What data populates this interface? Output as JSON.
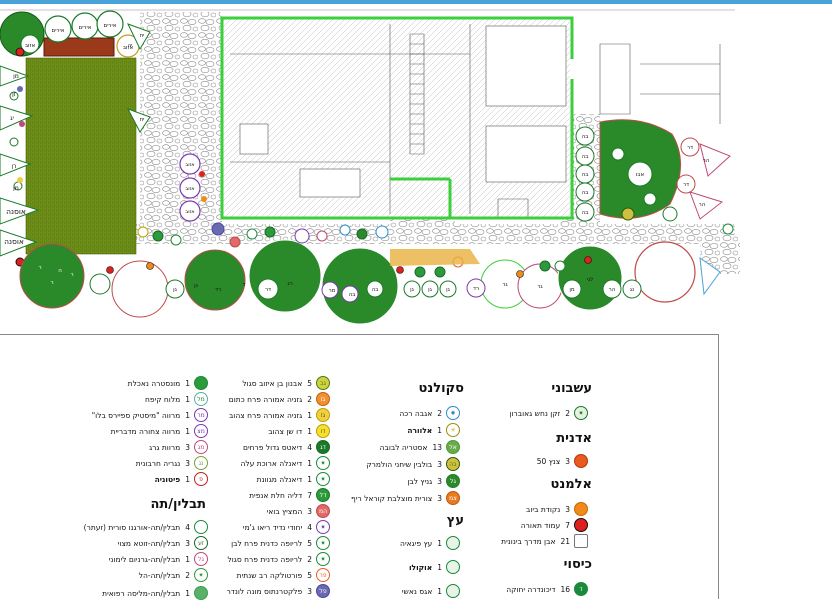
{
  "plan": {
    "tree_labels_top": [
      "אזוב",
      "אירים",
      "אירים",
      "אירים",
      "אזוב"
    ],
    "tree_labels_mid": [
      "יח",
      "יה",
      "יח"
    ],
    "labels_left": [
      "מן",
      "זן",
      "יג",
      "רן",
      "מן"
    ],
    "labels_left_big": [
      "אוסנה",
      "אוסנה"
    ],
    "labels_purple": [
      "אזוב",
      "אזוב",
      "אזוב"
    ],
    "labels_right_cluster": [
      "אבו",
      "בה",
      "בה",
      "בה",
      "בה",
      "בה",
      "דר",
      "הר",
      "הר",
      "דר"
    ],
    "labels_bottom": [
      "גן",
      "גן",
      "רד",
      "ד",
      "דר",
      "רג",
      "מר",
      "בה",
      "בה",
      "גן",
      "גן",
      "גן",
      "רד",
      "גר",
      "לגי",
      "גר",
      "מן",
      "הר",
      "נג"
    ],
    "labels_left_circle": [
      "ר",
      "ה",
      "ר",
      "ר"
    ]
  },
  "legend": {
    "sections": {
      "shvuvi": "עשבוני",
      "adnit": "אדנית",
      "almanat": "אלמנט",
      "kisui": "כיסוי",
      "sukulent": "סקולנט",
      "etz": "עץ",
      "tavlin": "תבלין/תה"
    },
    "shvuvi": [
      {
        "count": "2",
        "name": "זקן נחש גאוברון",
        "sym": "✷",
        "color": "#1a7a2a",
        "border": "#1a7a2a",
        "bg": "#e6f2e0"
      }
    ],
    "adnit": [
      {
        "count": "3",
        "name": "צנץ 50",
        "sym": "",
        "color": "#e85a1f",
        "border": "#b8340a",
        "bg": "#e85a1f"
      }
    ],
    "almanat": [
      {
        "count": "3",
        "name": "נקודת ביוב",
        "sym": "",
        "color": "#f08a18",
        "border": "#c56a00",
        "bg": "#f08a18"
      },
      {
        "count": "7",
        "name": "עמוד תאורה",
        "sym": "",
        "color": "#e02020",
        "border": "#111111",
        "bg": "#e02020"
      },
      {
        "count": "21",
        "name": "אבן מדרך בינונית",
        "sym": "",
        "color": "#ffffff",
        "border": "#777777",
        "bg": "#ffffff"
      }
    ],
    "kisui": [
      {
        "count": "16",
        "name": "דיכונדרה יחוקה",
        "sym": "ד",
        "color": "#ffffff",
        "border": "#1a8a3a",
        "bg": "#1a8a3a"
      }
    ],
    "sukulent": [
      {
        "count": "2",
        "name": "אגבה רכה",
        "sym": "✹",
        "color": "#2a8fc8",
        "border": "#2a8fc8",
        "bg": "#ffffff"
      },
      {
        "count": "1",
        "name": "אלוורה",
        "sym": "✳",
        "color": "#d4b020",
        "border": "#a08a10",
        "bg": "#ffffff",
        "bold": true
      },
      {
        "count": "13",
        "name": "אסטריה לבובה",
        "sym": "אל",
        "color": "#ffffff",
        "border": "#4a9a3a",
        "bg": "#6aaa4a"
      },
      {
        "count": "3",
        "name": "בולבין שיחני הולמרק",
        "sym": "בה",
        "color": "#4a7a1a",
        "border": "#2a5a0a",
        "bg": "#d0c040"
      },
      {
        "count": "3",
        "name": "גניץ לבן",
        "sym": "גל",
        "color": "#ffffff",
        "border": "#2a7a2a",
        "bg": "#2a8a2a"
      },
      {
        "count": "3",
        "name": "צורית מוצלבת קוראל ריף",
        "sym": "צמ",
        "color": "#ffffff",
        "border": "#c05a10",
        "bg": "#e87a20"
      }
    ],
    "etz": [
      {
        "count": "1",
        "name": "עץ פיגאיה",
        "sym": "",
        "color": "#1a8a3a",
        "border": "#1a8a3a",
        "bg": "#e8f4e8"
      },
      {
        "count": "1",
        "name": "אוקולו",
        "sym": "",
        "color": "#1a8a3a",
        "border": "#1a8a3a",
        "bg": "#e8f4e8",
        "bold": true
      },
      {
        "count": "1",
        "name": "אגס נאשי",
        "sym": "",
        "color": "#1a8a3a",
        "border": "#1a8a3a",
        "bg": "#e8f4e8"
      }
    ],
    "col3": [
      {
        "count": "5",
        "name": "אבנון בן איזוב סגול",
        "sym": "גב",
        "color": "#4a7a1a",
        "border": "#4a7a1a",
        "bg": "#d0d040"
      },
      {
        "count": "2",
        "name": "גזניה אמורה פרח כתום",
        "sym": "גז",
        "color": "#ffffff",
        "border": "#c06010",
        "bg": "#f09030"
      },
      {
        "count": "1",
        "name": "גזניה אמורה פרח צהוב",
        "sym": "גז",
        "color": "#6a5a00",
        "border": "#c0a000",
        "bg": "#f0d040"
      },
      {
        "count": "1",
        "name": "דו שן צהוב",
        "sym": "דו",
        "color": "#6a5a00",
        "border": "#c0a000",
        "bg": "#f4e030"
      },
      {
        "count": "4",
        "name": "דיאטס גדול פרחים",
        "sym": "דג",
        "color": "#ffffff",
        "border": "#1a6a2a",
        "bg": "#1a7a2a"
      },
      {
        "count": "1",
        "name": "דיאנלה ארוכת עלה",
        "sym": "✷",
        "color": "#1a8a3a",
        "border": "#1a8a3a",
        "bg": "#ffffff"
      },
      {
        "count": "1",
        "name": "דיאנלה מגוונת",
        "sym": "✷",
        "color": "#1a8a3a",
        "border": "#1a8a3a",
        "bg": "#ffffff"
      },
      {
        "count": "7",
        "name": "דליה חלת אנפית",
        "sym": "דל",
        "color": "#ffffff",
        "border": "#1a7a2a",
        "bg": "#2a9a3a"
      },
      {
        "count": "3",
        "name": "המציץ בואי",
        "sym": "המ",
        "color": "#ffffff",
        "border": "#c04a4a",
        "bg": "#e06a6a"
      },
      {
        "count": "4",
        "name": "יחודי נדיד ריאו ג'מי",
        "sym": "✷",
        "color": "#7a3ab0",
        "border": "#7a3ab0",
        "bg": "#ffffff"
      },
      {
        "count": "5",
        "name": "לריופה כדנית פרח לבן",
        "sym": "✷",
        "color": "#1a8a3a",
        "border": "#1a8a3a",
        "bg": "#ffffff"
      },
      {
        "count": "2",
        "name": "לריופה כדנית פרח סגול",
        "sym": "✷",
        "color": "#1a8a3a",
        "border": "#1a8a3a",
        "bg": "#ffffff"
      },
      {
        "count": "5",
        "name": "פורטולקה רב שנתית",
        "sym": "פר",
        "color": "#e86020",
        "border": "#e86020",
        "bg": "#ffffff"
      },
      {
        "count": "3",
        "name": "פלקטרנתוס מונה לונדר",
        "sym": "פל",
        "color": "#ffffff",
        "border": "#4a4a9a",
        "bg": "#6a6ab0"
      }
    ],
    "col4": [
      {
        "count": "1",
        "name": "מונסטרה נאכלת",
        "sym": "",
        "color": "#1a8a3a",
        "border": "#1a8a3a",
        "bg": "#2a9a3a"
      },
      {
        "count": "1",
        "name": "מלוח קיפח",
        "sym": "מל",
        "color": "#1a8a3a",
        "border": "#5ab0a0",
        "bg": "#ffffff"
      },
      {
        "count": "1",
        "name": "מרווה \"מיסטיק ספיירס בלו\"",
        "sym": "מר",
        "color": "#7a3ab0",
        "border": "#7a3ab0",
        "bg": "#ffffff"
      },
      {
        "count": "1",
        "name": "מרווה צחורה מדבריית",
        "sym": "מצ",
        "color": "#7a3ab0",
        "border": "#7a3ab0",
        "bg": "#ffffff"
      },
      {
        "count": "3",
        "name": "מרוות גרג",
        "sym": "מג",
        "color": "#c04a7a",
        "border": "#c04a7a",
        "bg": "#ffffff"
      },
      {
        "count": "3",
        "name": "נגריה חרבונית",
        "sym": "נג",
        "color": "#7aa040",
        "border": "#7aa040",
        "bg": "#ffffff"
      },
      {
        "count": "1",
        "name": "פיטוניה",
        "sym": "פ",
        "color": "#c02020",
        "border": "#c02020",
        "bg": "#ffffff",
        "bold": true
      }
    ],
    "tavlin": [
      {
        "count": "4",
        "name": "תבלין/תה-אורגנו סורית (זעתר)",
        "sym": "",
        "color": "#1a8a3a",
        "border": "#1a8a3a",
        "bg": "#ffffff"
      },
      {
        "count": "3",
        "name": "תבלין/תה-זוטא מצוי",
        "sym": "זע",
        "color": "#1a6a2a",
        "border": "#1a6a2a",
        "bg": "#ffffff"
      },
      {
        "count": "1",
        "name": "תבלין/תה-גרניום לימוני",
        "sym": "גל",
        "color": "#c04a7a",
        "border": "#c04a7a",
        "bg": "#ffffff"
      },
      {
        "count": "2",
        "name": "תבלין/תה-הל",
        "sym": "✷",
        "color": "#2a9a3a",
        "border": "#2a9a3a",
        "bg": "#ffffff"
      },
      {
        "count": "1",
        "name": "תבלין/תה-מליסה רפואית",
        "sym": "",
        "color": "#3aa04a",
        "border": "#3aa04a",
        "bg": "#5ab06a"
      }
    ]
  }
}
